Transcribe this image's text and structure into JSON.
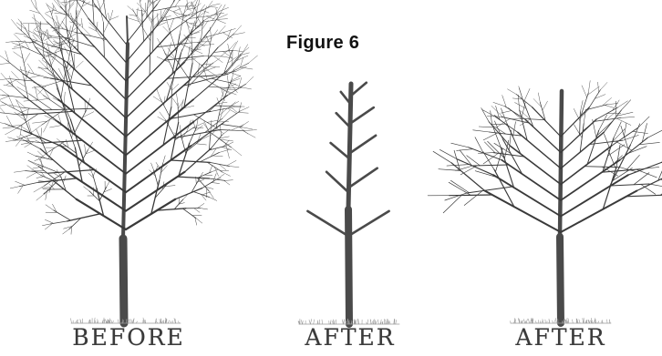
{
  "figure": {
    "title": "Figure 6"
  },
  "trees": [
    {
      "label": "BEFORE",
      "state": "unpruned"
    },
    {
      "label": "AFTER",
      "state": "heavily pruned"
    },
    {
      "label": "AFTER",
      "state": "lightly pruned"
    }
  ],
  "colors": {
    "ink": "#3a3a3a",
    "trunk": "#4a4a4a",
    "ground": "#9a9a9a"
  }
}
